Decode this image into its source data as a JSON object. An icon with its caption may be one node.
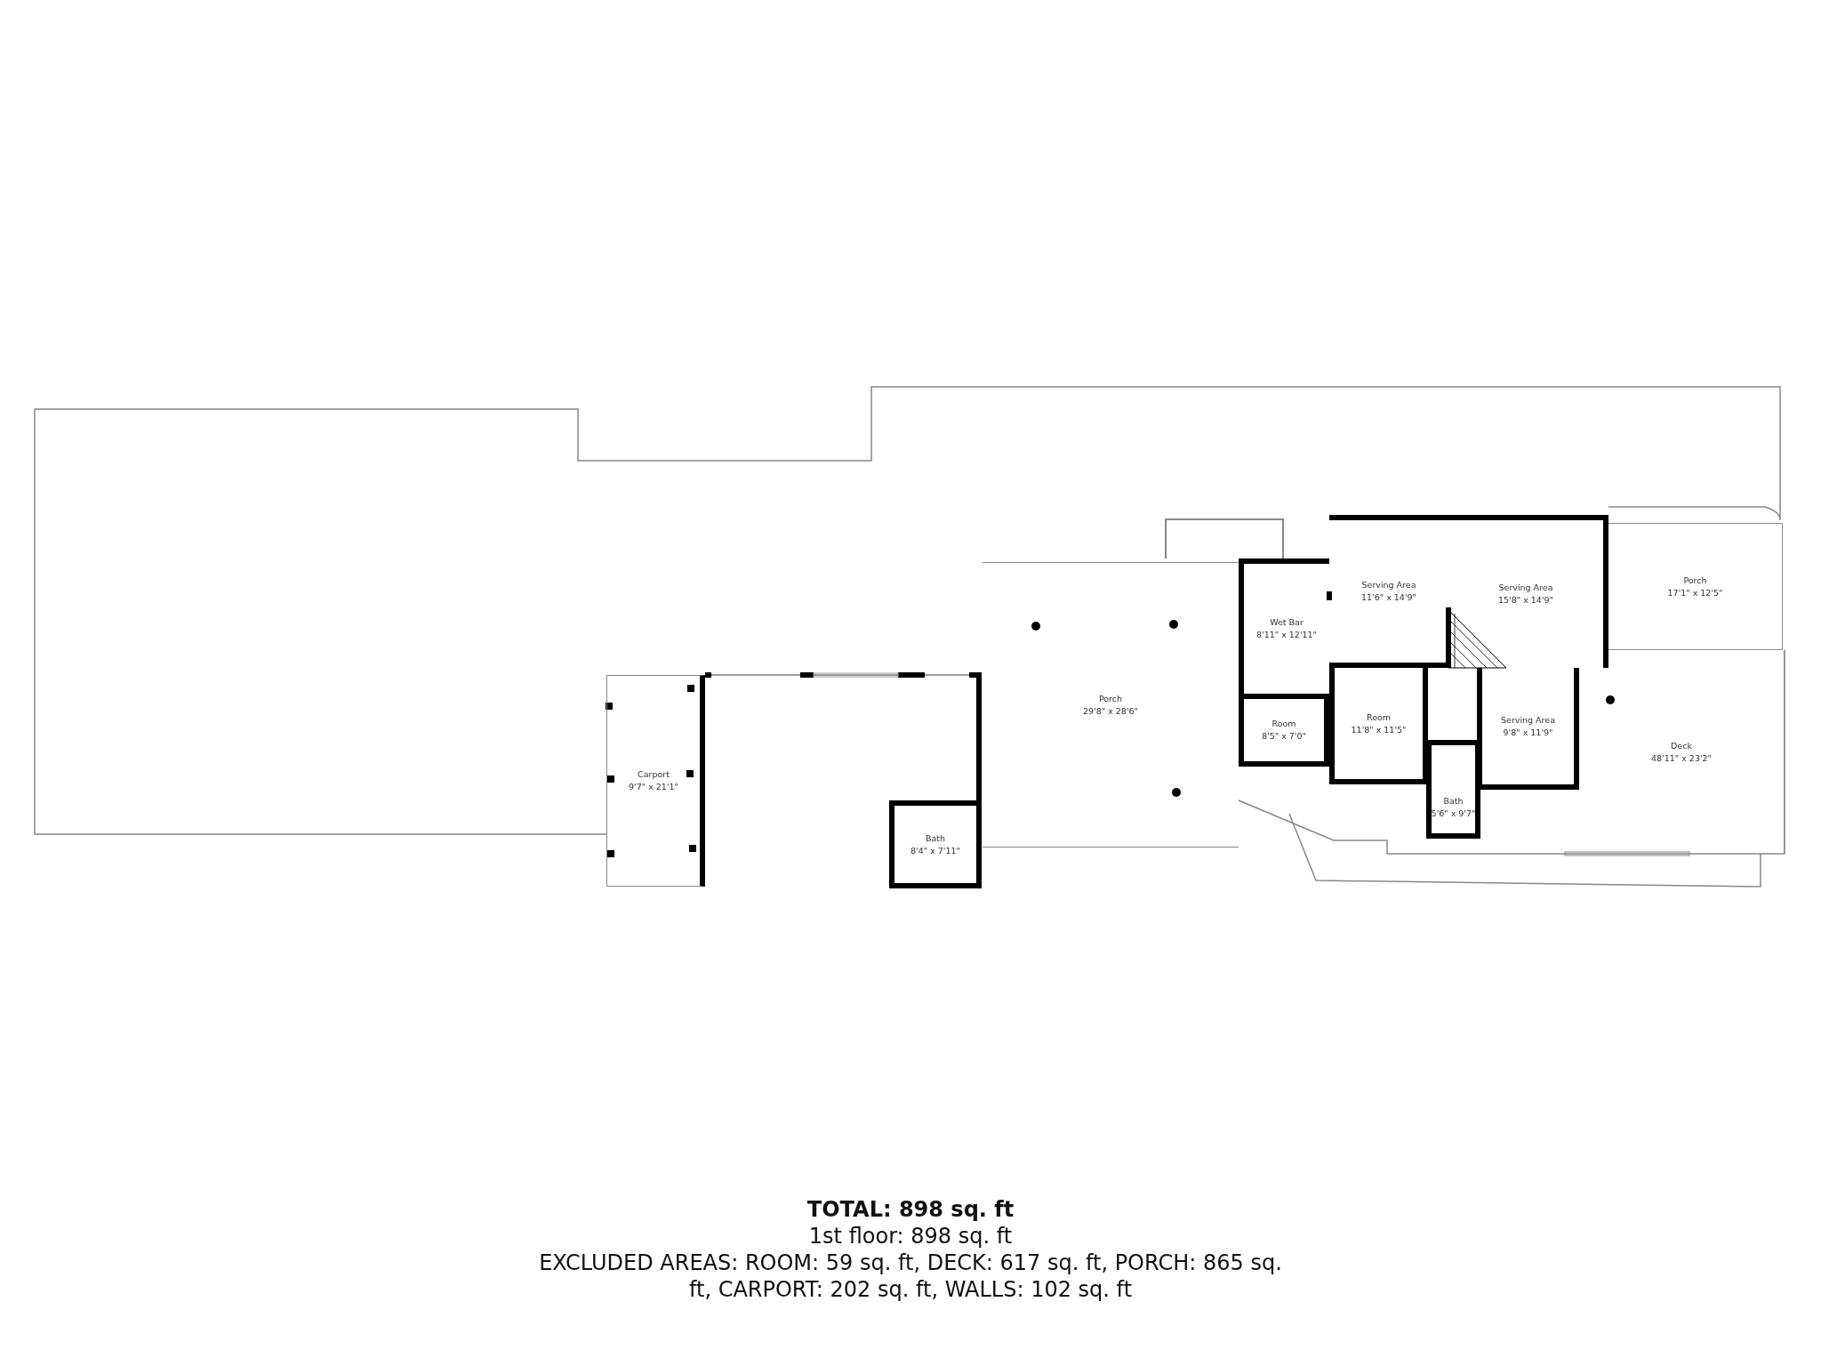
{
  "diagram": {
    "nodes": [
      {
        "text": [
          "Carport",
          "9'7\" x 21'1\""
        ]
      },
      {
        "text": [
          "Bath",
          "8'4\" x 7'11\""
        ]
      },
      {
        "text": [
          "Porch",
          "29'8\" x 28'6\""
        ]
      },
      {
        "text": [
          "Wet Bar",
          "8'11\" x 12'11\""
        ]
      },
      {
        "text": [
          "Serving Area",
          "11'6\" x 14'9\""
        ]
      },
      {
        "text": [
          "Serving Area",
          "15'8\" x 14'9\""
        ]
      },
      {
        "text": [
          "Porch",
          "17'1\" x 12'5\""
        ]
      },
      {
        "text": [
          "Room",
          "8'5\" x 7'0\""
        ]
      },
      {
        "text": [
          "Room",
          "11'8\" x 11'5\""
        ]
      },
      {
        "text": [
          "Serving Area",
          "9'8\" x 11'9\""
        ]
      },
      {
        "text": [
          "Bath",
          "5'6\" x 9'7\""
        ]
      },
      {
        "text": [
          "Deck",
          "48'11\" x 23'2\""
        ]
      }
    ],
    "labels": [
      "TOTAL: 898 sq. ft",
      "1st floor: 898 sq. ft",
      "EXCLUDED AREAS: ROOM: 59 sq. ft, DECK: 617 sq. ft, PORCH: 865 sq. ft, CARPORT: 202 sq. ft, WALLS: 102 sq. ft"
    ]
  }
}
